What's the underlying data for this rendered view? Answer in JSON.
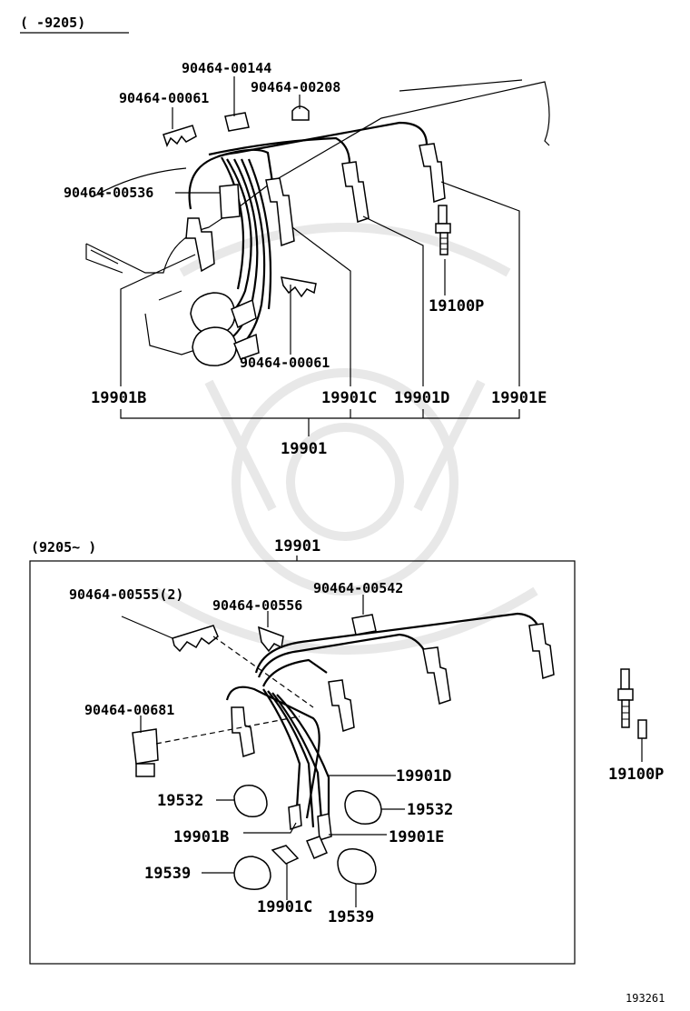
{
  "top_section": {
    "range_label": "(   -9205)",
    "labels": {
      "p00144": "90464-00144",
      "p00061a": "90464-00061",
      "p00208": "90464-00208",
      "p00536": "90464-00536",
      "p00061b": "90464-00061",
      "p19100p": "19100P",
      "p19901b": "19901B",
      "p19901c": "19901C",
      "p19901d": "19901D",
      "p19901e": "19901E",
      "p19901": "19901"
    }
  },
  "bottom_section": {
    "range_label": "(9205~    )",
    "labels": {
      "p19901": "19901",
      "p00555": "90464-00555(2)",
      "p00542": "90464-00542",
      "p00556": "90464-00556",
      "p00681": "90464-00681",
      "p19901d": "19901D",
      "p19532a": "19532",
      "p19532b": "19532",
      "p19901b": "19901B",
      "p19901e": "19901E",
      "p19539a": "19539",
      "p19539b": "19539",
      "p19901c": "19901C"
    }
  },
  "side_part": {
    "p19100p": "19100P"
  },
  "footer": {
    "diagram_code": "193261"
  }
}
